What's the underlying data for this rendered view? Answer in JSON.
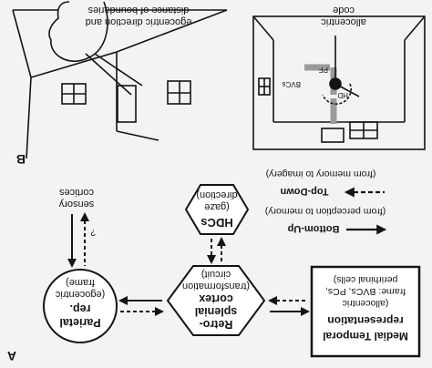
{
  "figure": {
    "panel_a_label": "A",
    "panel_b_label": "B"
  },
  "panel_b": {
    "left_caption": {
      "line1": "distance of boundaries",
      "line2": "egocentric direction and"
    },
    "right_caption": {
      "line1": "code",
      "line2": "allocentric"
    },
    "labels": {
      "pf": "PF",
      "hd": "HD",
      "bvcs": "BVCs"
    }
  },
  "panel_a": {
    "legend": {
      "top_down_label": "Top-Down",
      "top_down_desc": "(from memory to imagery)",
      "bottom_up_label": "Bottom-Up",
      "bottom_up_desc": "(from perception to memory)"
    },
    "hdcs_node": {
      "title": "HDCs",
      "line2": "(gaze",
      "line3": "direction)"
    },
    "sensory_label": {
      "line1": "sensory",
      "line2": "cortices",
      "question": "?"
    },
    "parietal_node": {
      "line1": "Parietal",
      "line2": "rep.",
      "line3": "(egocentric",
      "line4": "frame)"
    },
    "rsc_node": {
      "line1": "Retro-",
      "line2": "splenial",
      "line3": "cortex",
      "line4": "(transformation",
      "line5": "circuit)"
    },
    "mtl_node": {
      "line1": "Medial Temporal",
      "line2": "representation",
      "line3": "(allocentric",
      "line4": "frame: BVCs, PCs,",
      "line5": "perirhinal cells)"
    }
  }
}
